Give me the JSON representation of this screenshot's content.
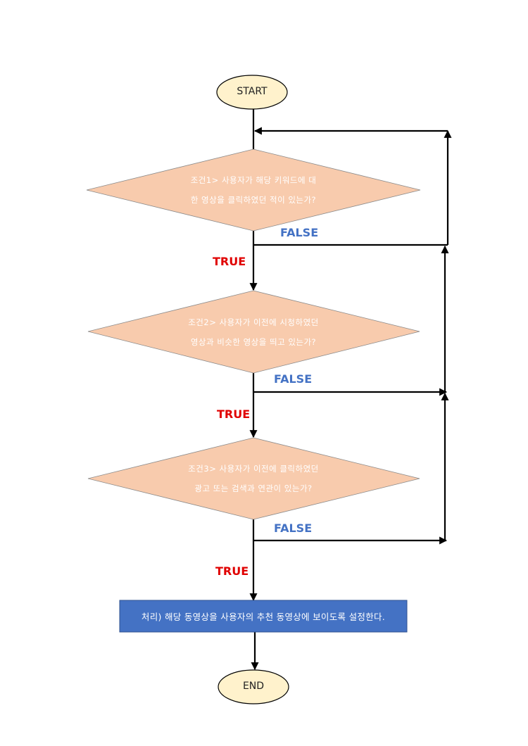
{
  "start": {
    "label": "START"
  },
  "end": {
    "label": "END"
  },
  "conditions": [
    {
      "line1": "조건1> 사용자가 해당 키워드에 대",
      "line2": "한 영상을 클릭하였던 적이 있는가?",
      "true_label": "TRUE",
      "false_label": "FALSE"
    },
    {
      "line1": "조건2> 사용자가 이전에 시청하였던",
      "line2": "영상과 비슷한 영상을 띄고 있는가?",
      "true_label": "TRUE",
      "false_label": "FALSE"
    },
    {
      "line1": "조건3> 사용자가 이전에 클릭하였던",
      "line2": "광고 또는 검색과 연관이 있는가?",
      "true_label": "TRUE",
      "false_label": "FALSE"
    }
  ],
  "process": {
    "label": "처리) 해당 동영상을 사용자의 추천 동영상에 보이도록 설정한다."
  },
  "colors": {
    "terminal_fill": "#FFF2CC",
    "diamond_fill": "#F8CBAD",
    "process_fill": "#4472C4",
    "true_color": "#E00000",
    "false_color": "#4472C4",
    "line_color": "#000000"
  }
}
